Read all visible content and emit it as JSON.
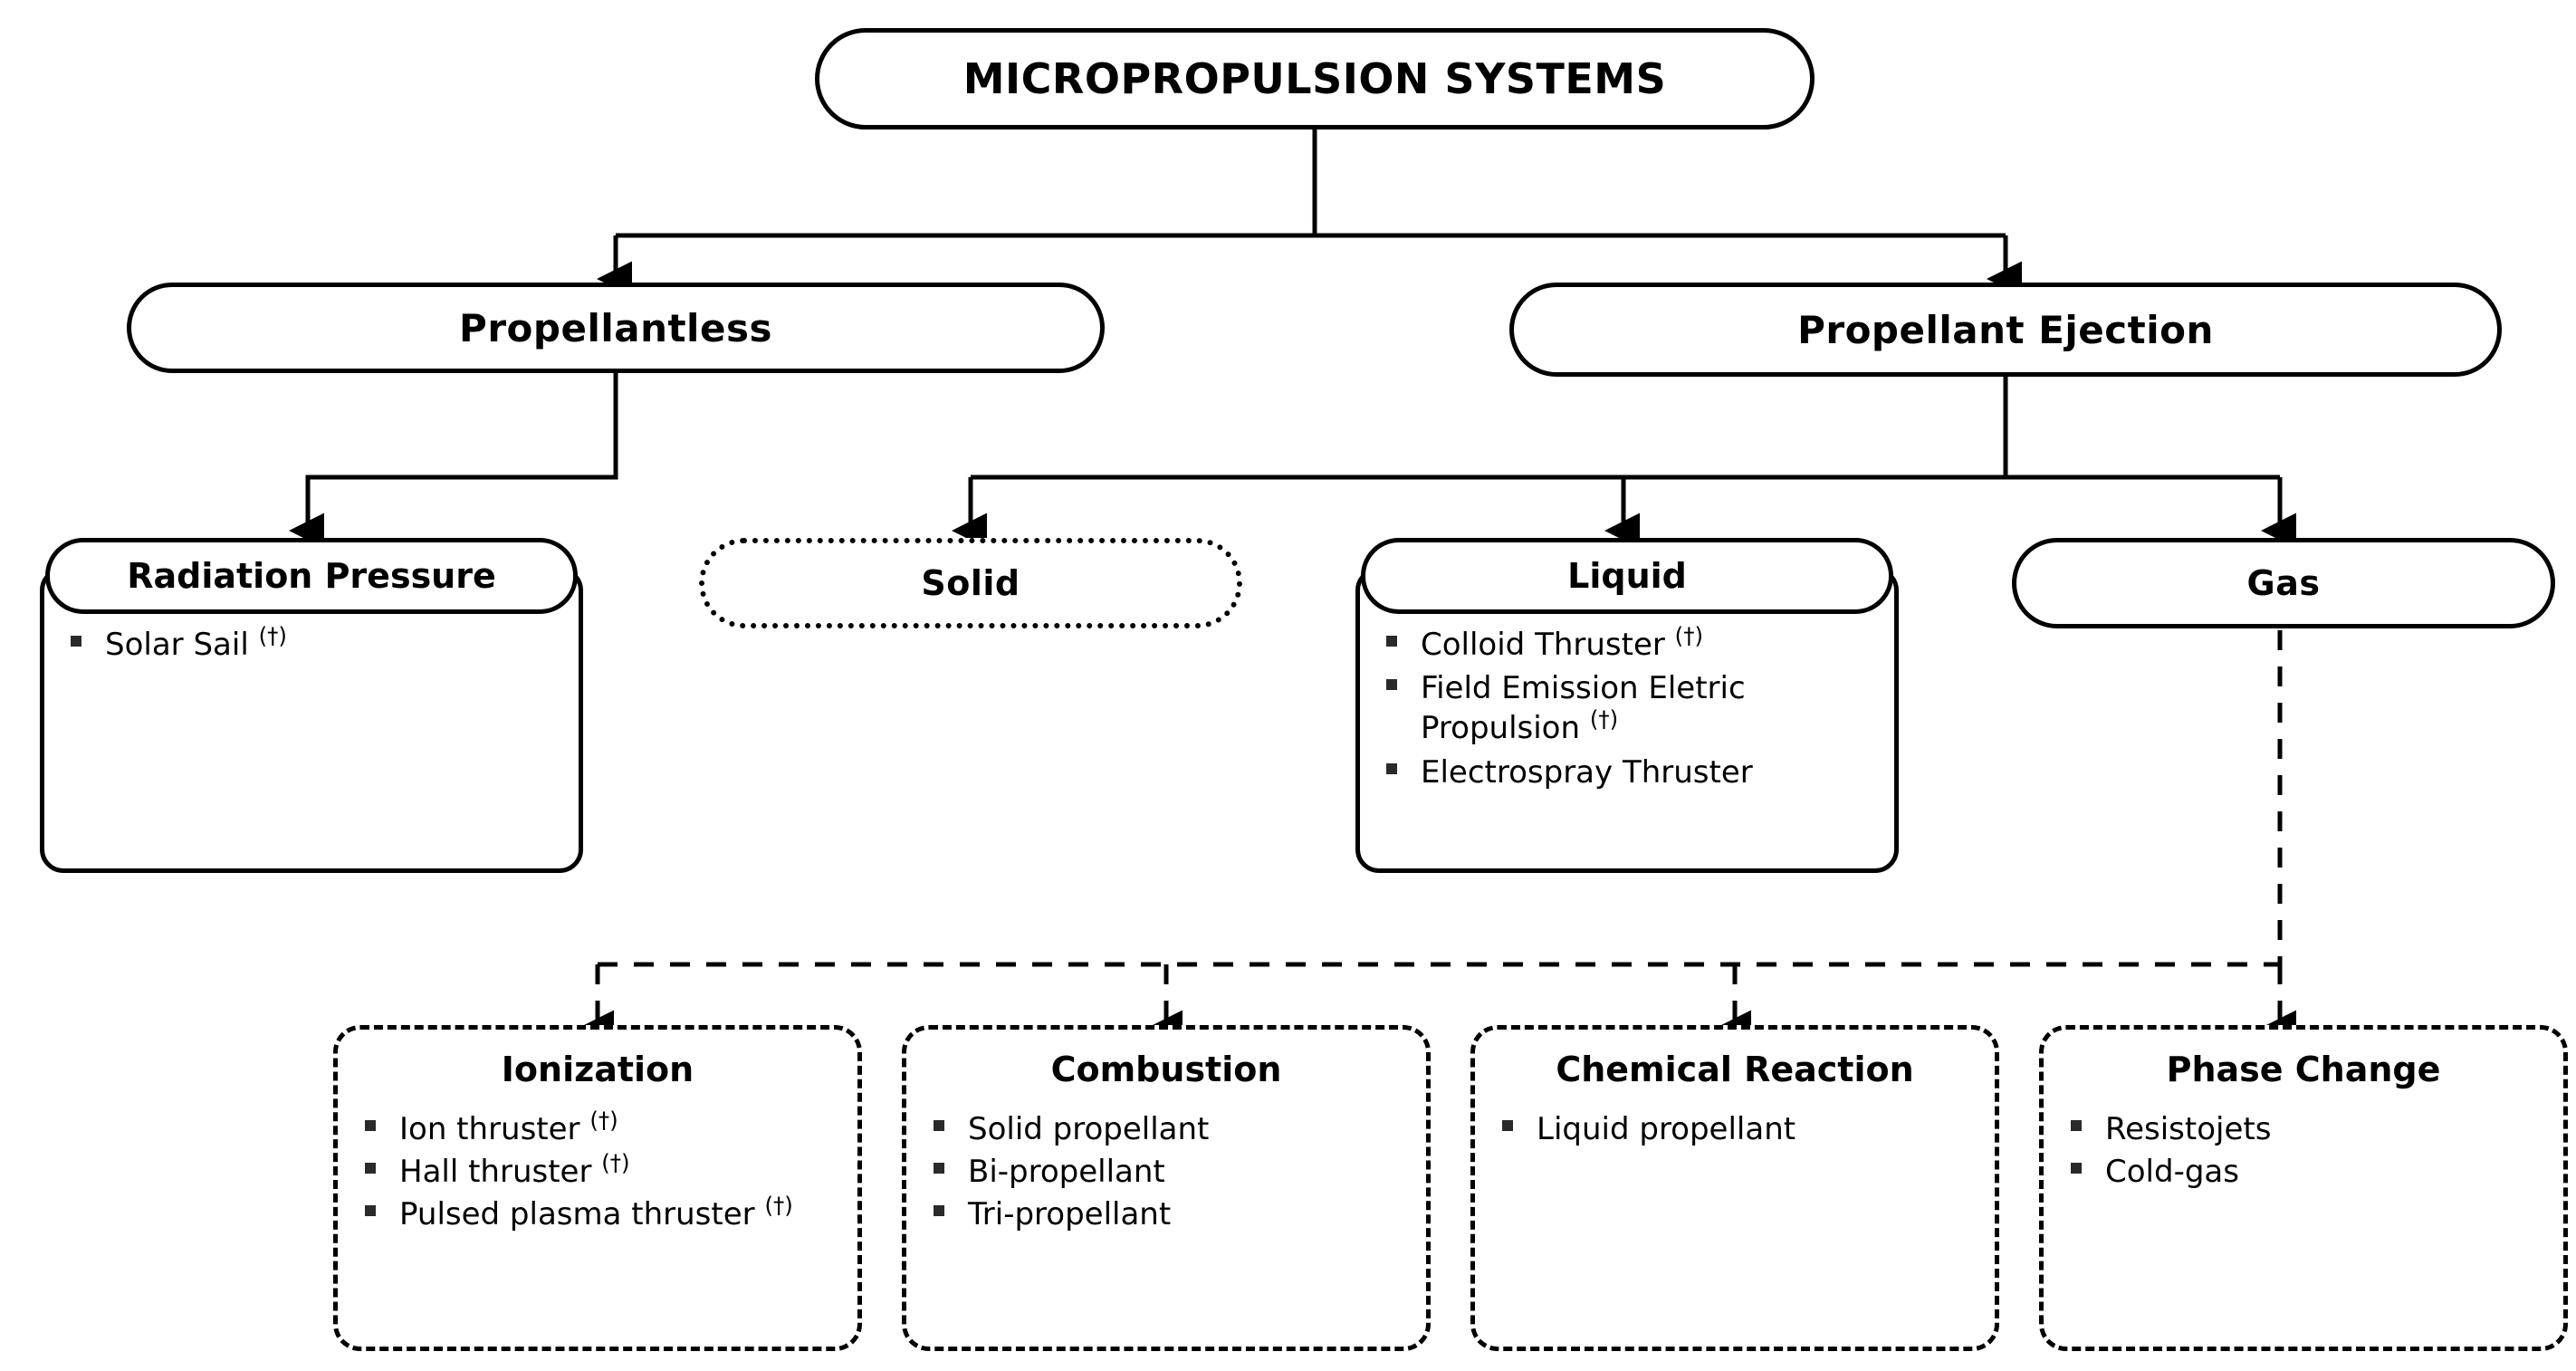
{
  "diagram": {
    "title": "Micropropulsion Systems taxonomy",
    "colors": {
      "stroke": "#000000",
      "fill": "#ffffff",
      "bullet": "#2a2a2a"
    },
    "dagger": "(†)"
  },
  "root": {
    "label": "MICROPROPULSION SYSTEMS"
  },
  "level2": [
    {
      "id": "propellantless",
      "label": "Propellantless"
    },
    {
      "id": "propellant-ejection",
      "label": "Propellant Ejection"
    }
  ],
  "level3": [
    {
      "id": "radiation-pressure",
      "label": "Radiation Pressure",
      "border": "solid",
      "items": [
        {
          "text": "Solar Sail",
          "mark": "(†)"
        }
      ]
    },
    {
      "id": "solid",
      "label": "Solid",
      "border": "dotted",
      "items": []
    },
    {
      "id": "liquid",
      "label": "Liquid",
      "border": "solid",
      "items": [
        {
          "text": "Colloid Thruster",
          "mark": "(†)"
        },
        {
          "text": "Field Emission Eletric Propulsion",
          "mark": "(†)"
        },
        {
          "text": "Electrospray Thruster",
          "mark": ""
        }
      ]
    },
    {
      "id": "gas",
      "label": "Gas",
      "border": "solid",
      "items": []
    }
  ],
  "level4": [
    {
      "id": "ionization",
      "label": "Ionization",
      "items": [
        {
          "text": "Ion thruster",
          "mark": "(†)"
        },
        {
          "text": "Hall thruster",
          "mark": "(†)"
        },
        {
          "text": "Pulsed plasma thruster",
          "mark": "(†)"
        }
      ]
    },
    {
      "id": "combustion",
      "label": "Combustion",
      "items": [
        {
          "text": "Solid propellant",
          "mark": ""
        },
        {
          "text": "Bi-propellant",
          "mark": ""
        },
        {
          "text": "Tri-propellant",
          "mark": ""
        }
      ]
    },
    {
      "id": "chemical-reaction",
      "label": "Chemical Reaction",
      "items": [
        {
          "text": "Liquid propellant",
          "mark": ""
        }
      ]
    },
    {
      "id": "phase-change",
      "label": "Phase Change",
      "items": [
        {
          "text": "Resistojets",
          "mark": ""
        },
        {
          "text": "Cold-gas",
          "mark": ""
        }
      ]
    }
  ]
}
